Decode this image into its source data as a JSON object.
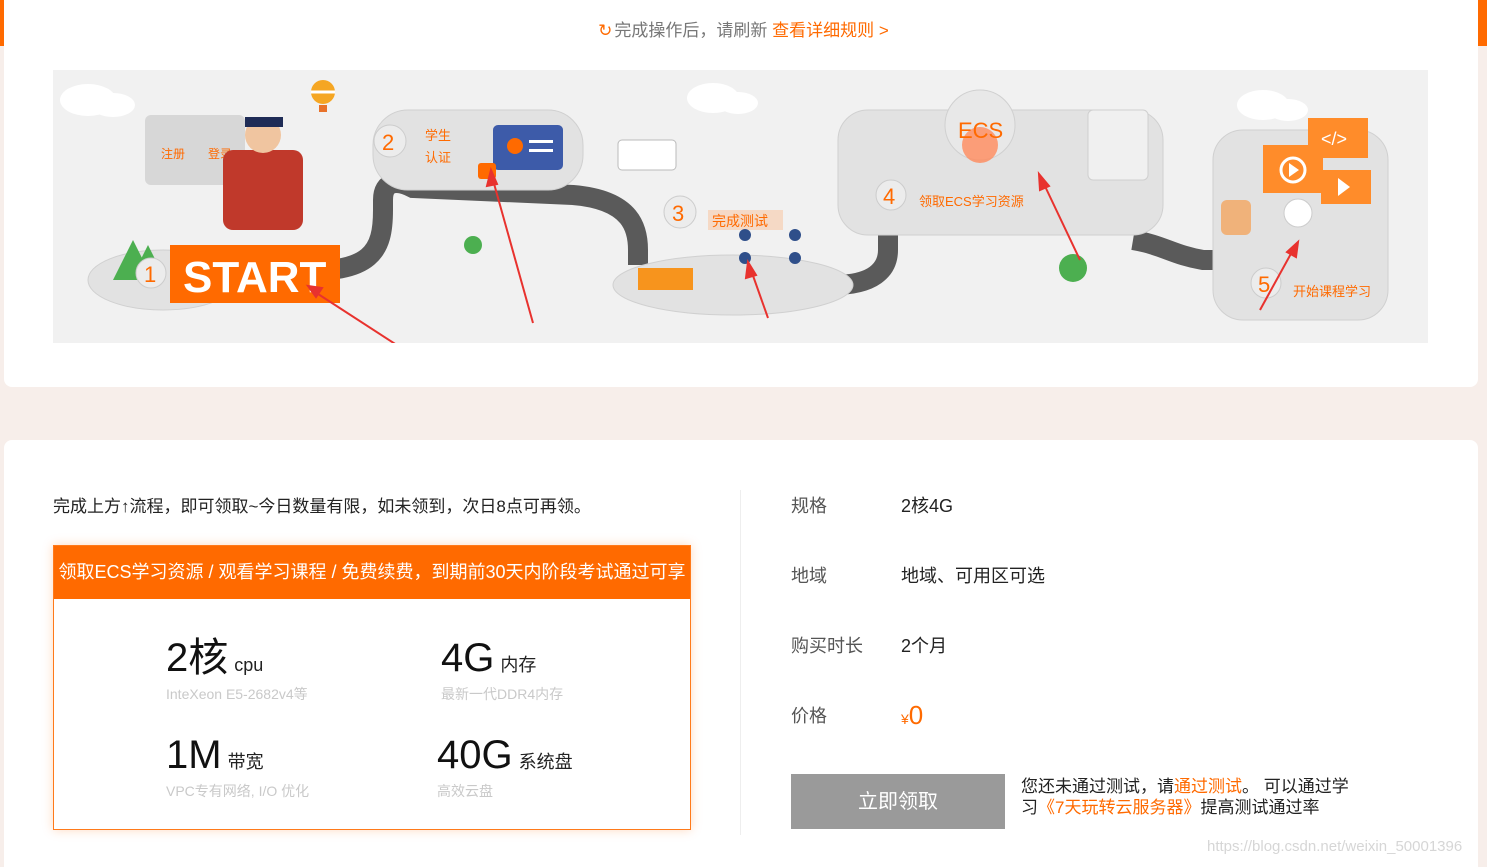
{
  "top": {
    "refresh_text": "完成操作后，请刷新",
    "rules_link": "查看详细规则 >"
  },
  "banner": {
    "step1_badge": "1",
    "step1_label": "START",
    "register": "注册",
    "login": "登录",
    "step2_badge": "2",
    "step2_label_line1": "学生",
    "step2_label_line2": "认证",
    "step3_badge": "3",
    "step3_label": "完成测试",
    "step4_badge": "4",
    "step4_label": "领取ECS学习资源",
    "ecs_text": "ECS",
    "step5_badge": "5",
    "step5_label": "开始课程学习",
    "code_icon_text": "</>"
  },
  "offer": {
    "intro": "完成上方↑流程，即可领取~今日数量有限，如未领到，次日8点可再领。",
    "box_title": "领取ECS学习资源 / 观看学习课程 / 免费续费，到期前30天内阶段考试通过可享",
    "specs": [
      {
        "big": "2核",
        "unit": "cpu",
        "sub": "InteXeon E5-2682v4等"
      },
      {
        "big": "4G",
        "unit": "内存",
        "sub": "最新一代DDR4内存"
      },
      {
        "big": "1M",
        "unit": "带宽",
        "sub": "VPC专有网络, I/O 优化"
      },
      {
        "big": "40G",
        "unit": "系统盘",
        "sub": "高效云盘"
      }
    ]
  },
  "details": {
    "spec_label": "规格",
    "spec_value": "2核4G",
    "region_label": "地域",
    "region_value": "地域、可用区可选",
    "duration_label": "购买时长",
    "duration_value": "2个月",
    "price_label": "价格",
    "price_currency": "¥",
    "price_value": "0"
  },
  "claim": {
    "button": "立即领取",
    "note_prefix": "您还未通过测试，请",
    "note_link1": "通过测试",
    "note_middle": "。 可以通过学习",
    "note_link2": "《7天玩转云服务器》",
    "note_suffix": "提高测试通过率"
  },
  "watermark": "https://blog.csdn.net/weixin_50001396",
  "colors": {
    "accent": "#ff6a00",
    "button_disabled": "#9a9a9a",
    "annotation_arrow": "#e8322e"
  }
}
